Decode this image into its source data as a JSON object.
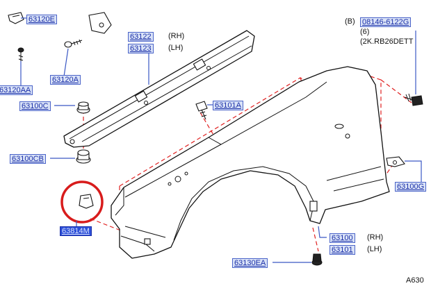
{
  "diagram": {
    "labels": {
      "p63120E": "63120E",
      "p63120AA": "63120AA",
      "p63120A": "63120A",
      "p63122": "63122",
      "p63123": "63123",
      "p63100C": "63100C",
      "p63100CB": "63100CB",
      "p63101A": "63101A",
      "p63814M": "63814M",
      "p63100": "63100",
      "p63101": "63101",
      "p63130EA": "63130EA",
      "p08146": "08146-6122G",
      "p63100G": "63100G"
    },
    "notes": {
      "rh1": "(RH)",
      "lh1": "(LH)",
      "rh2": "(RH)",
      "lh2": "(LH)",
      "b_marker": "(B)",
      "qty": "(6)",
      "engine": "(2K.RB26DETT",
      "figure_code": "A630"
    },
    "colors": {
      "leader": "#3a58c4",
      "dashed_guide": "#e02020",
      "highlight_circle": "#d81c1c",
      "selected_tag": "#2c4fd8"
    },
    "selected_part": "63814M"
  }
}
